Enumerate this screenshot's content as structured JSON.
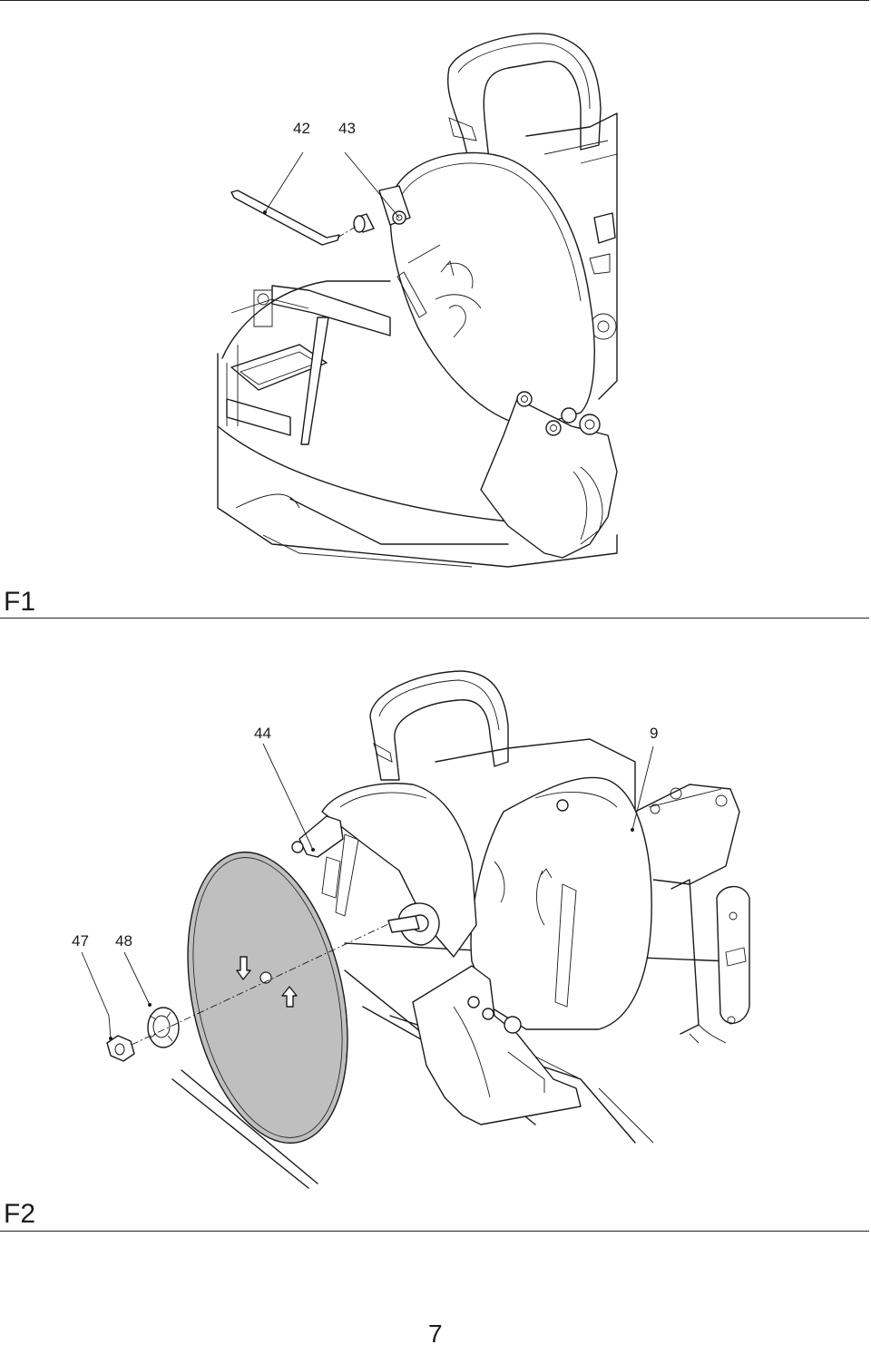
{
  "figures": [
    {
      "id": "F1",
      "label": "F1",
      "callouts": [
        "42",
        "43"
      ]
    },
    {
      "id": "F2",
      "label": "F2",
      "callouts": [
        "44",
        "9",
        "47",
        "48"
      ]
    }
  ],
  "page_number": "7",
  "icons": {
    "figure1": "miter-saw-blade-guard-hex-key-illustration",
    "figure2": "miter-saw-blade-replacement-exploded-illustration"
  }
}
